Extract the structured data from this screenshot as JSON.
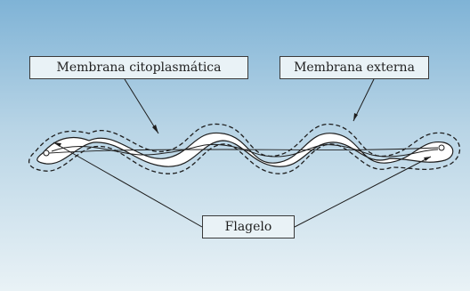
{
  "diagram": {
    "labels": {
      "cytoplasmic_membrane": "Membrana citoplasmática",
      "outer_membrane": "Membrana externa",
      "flagellum": "Flagelo"
    },
    "colors": {
      "background_top": "#7fb3d6",
      "background_bottom": "#e6f0f5",
      "cell_fill": "#ffffff",
      "line": "#1e1e1e"
    }
  }
}
